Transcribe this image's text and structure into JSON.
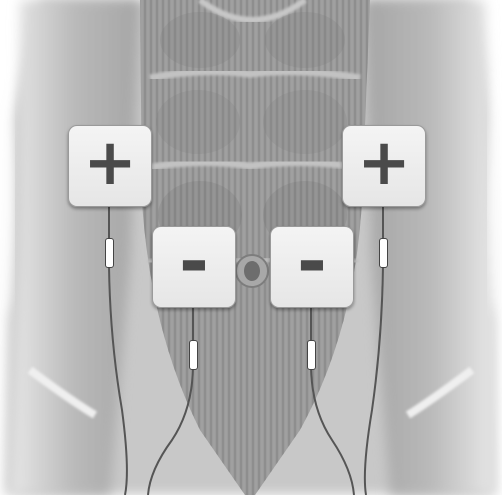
{
  "image": {
    "subject": "abdominal-muscles-ems-electrode-placement",
    "palette": {
      "background": "#ffffff",
      "skin": "#cfcfcf",
      "muscle": "#9b9b9b",
      "muscle_dark": "#6d6d6d",
      "pad": "#eeeeee",
      "wire": "#555555"
    }
  },
  "electrodes": [
    {
      "id": "top-left",
      "symbol": "+",
      "polarity": "positive"
    },
    {
      "id": "top-right",
      "symbol": "+",
      "polarity": "positive"
    },
    {
      "id": "bottom-left",
      "symbol": "-",
      "polarity": "negative"
    },
    {
      "id": "bottom-right",
      "symbol": "-",
      "polarity": "negative"
    }
  ]
}
